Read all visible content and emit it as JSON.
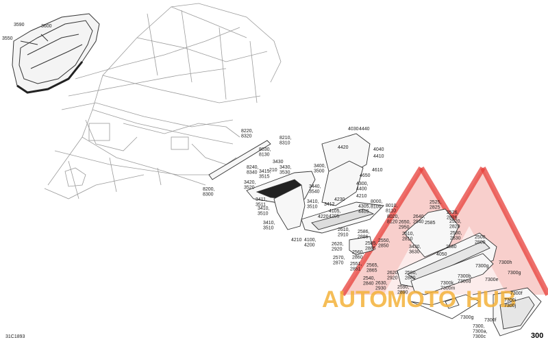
{
  "diagram": {
    "reference_code": "31C1893",
    "page_number": "300",
    "watermark": {
      "text_auto": "AUTO",
      "text_moto": "MOTO",
      "text_hub": "HUB",
      "accent": "#e8403a",
      "accent_light": "#f08c84",
      "text_color": "#f4b23a"
    },
    "labels": [
      {
        "id": "3590",
        "text": "3590"
      },
      {
        "id": "3600",
        "text": "3600"
      },
      {
        "id": "3550",
        "text": "3550"
      },
      {
        "id": "4030",
        "text": "4030"
      },
      {
        "id": "4440",
        "text": "4440"
      },
      {
        "id": "4040",
        "text": "4040"
      },
      {
        "id": "4420",
        "text": "4420"
      },
      {
        "id": "4410",
        "text": "4410"
      },
      {
        "id": "4610",
        "text": "4610"
      },
      {
        "id": "4650",
        "text": "4650"
      },
      {
        "id": "4300",
        "text": "4300,\n4400"
      },
      {
        "id": "4210a",
        "text": "4210"
      },
      {
        "id": "4230",
        "text": "4230"
      },
      {
        "id": "8220",
        "text": "8220,\n8320"
      },
      {
        "id": "8210",
        "text": "8210,\n8310"
      },
      {
        "id": "8030",
        "text": "8030,\n8130"
      },
      {
        "id": "8240",
        "text": "8240,\n8340"
      },
      {
        "id": "3430",
        "text": "3430"
      },
      {
        "id": "3415",
        "text": "3415,\n3515"
      },
      {
        "id": "210",
        "text": "210"
      },
      {
        "id": "3430b",
        "text": "3430,\n3530"
      },
      {
        "id": "3400",
        "text": "3400,\n3500"
      },
      {
        "id": "3420",
        "text": "3420,\n3520"
      },
      {
        "id": "8200",
        "text": "8200,\n8300"
      },
      {
        "id": "3440",
        "text": "3440,\n3540"
      },
      {
        "id": "3411",
        "text": "3411,\n3511"
      },
      {
        "id": "3410a",
        "text": "3410,\n3510"
      },
      {
        "id": "3412",
        "text": "3412"
      },
      {
        "id": "3410b",
        "text": "3410,\n3510"
      },
      {
        "id": "4220",
        "text": "4220"
      },
      {
        "id": "3410c",
        "text": "3410,\n3510"
      },
      {
        "id": "8000",
        "text": "8000,\n8100"
      },
      {
        "id": "8010",
        "text": "8010,\n8110"
      },
      {
        "id": "4105",
        "text": "4105,\n4205"
      },
      {
        "id": "4305",
        "text": "4305,\n4405"
      },
      {
        "id": "8020",
        "text": "8020,\n8120"
      },
      {
        "id": "4210b",
        "text": "4210"
      },
      {
        "id": "4100",
        "text": "4100,\n4200"
      },
      {
        "id": "2610",
        "text": "2610,\n2910"
      },
      {
        "id": "2586",
        "text": "2586,\n2886"
      },
      {
        "id": "2585",
        "text": "2585,\n2885"
      },
      {
        "id": "2620",
        "text": "2620,\n2920"
      },
      {
        "id": "2650",
        "text": "2650,\n2950"
      },
      {
        "id": "2640",
        "text": "2640,\n2940"
      },
      {
        "id": "2525",
        "text": "2525,\n2825"
      },
      {
        "id": "2526",
        "text": "2526,\n2826"
      },
      {
        "id": "2520",
        "text": "2520,\n2820"
      },
      {
        "id": "2585b",
        "text": "2585"
      },
      {
        "id": "2510",
        "text": "2510,\n2810"
      },
      {
        "id": "2530",
        "text": "2530,\n2830"
      },
      {
        "id": "2550",
        "text": "2550,\n2850"
      },
      {
        "id": "3430c",
        "text": "3430,\n3630"
      },
      {
        "id": "2560",
        "text": "2560,\n2860"
      },
      {
        "id": "2570",
        "text": "2570,\n2870"
      },
      {
        "id": "2551",
        "text": "2551,\n2851"
      },
      {
        "id": "2565",
        "text": "2565,\n2865"
      },
      {
        "id": "2580",
        "text": "2580"
      },
      {
        "id": "4050",
        "text": "4050"
      },
      {
        "id": "2500",
        "text": "2500,\n2800"
      },
      {
        "id": "2540",
        "text": "2540,\n2840"
      },
      {
        "id": "2630",
        "text": "2630,\n2930"
      },
      {
        "id": "2620b",
        "text": "2620,\n2920"
      },
      {
        "id": "2580b",
        "text": "2580,\n2880"
      },
      {
        "id": "2590",
        "text": "2590,\n2890"
      },
      {
        "id": "7300h",
        "text": "7300h"
      },
      {
        "id": "7300g1",
        "text": "7300g"
      },
      {
        "id": "7300g2",
        "text": "7300g"
      },
      {
        "id": "7300e",
        "text": "7300e"
      },
      {
        "id": "7300b",
        "text": "7300b,\n7300d"
      },
      {
        "id": "7300k",
        "text": "7300k,\n7300m"
      },
      {
        "id": "7300f1",
        "text": "7300f"
      },
      {
        "id": "7300i",
        "text": "7300i"
      },
      {
        "id": "7300j",
        "text": "7300j"
      },
      {
        "id": "7300g3",
        "text": "7300g"
      },
      {
        "id": "7300f2",
        "text": "7300f"
      },
      {
        "id": "7300",
        "text": "7300,\n7300a,\n7300c"
      }
    ]
  }
}
